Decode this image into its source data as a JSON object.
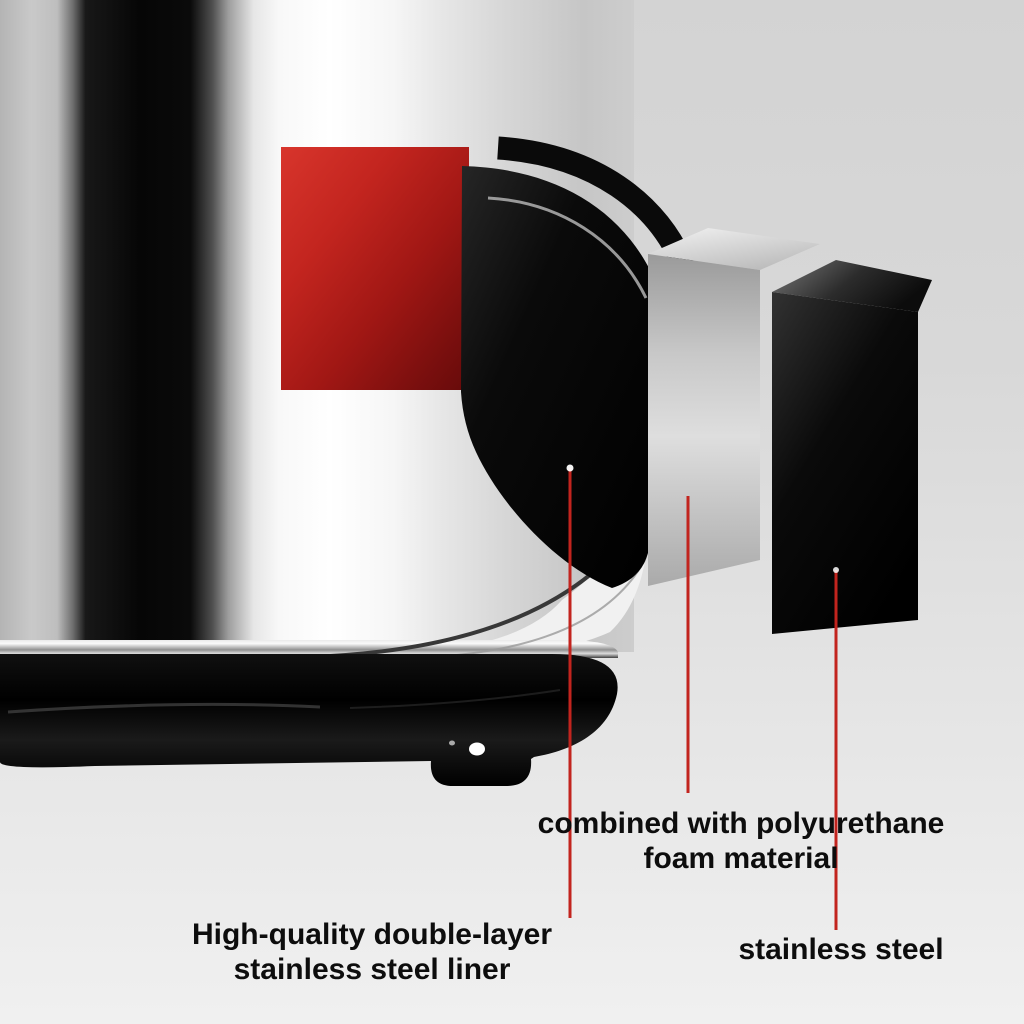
{
  "colors": {
    "accent_red_line": "#c2241e",
    "label_panel_red": "#b01b18",
    "text": "#0d0d0d",
    "background_top": "#d3d3d3",
    "background_bottom": "#f0f0f0"
  },
  "annotations": {
    "foam": {
      "line1": "combined with polyurethane",
      "line2": "foam material"
    },
    "liner": {
      "line1": "High-quality double-layer",
      "line2": "stainless steel liner"
    },
    "steel": {
      "line1": "stainless steel"
    }
  }
}
